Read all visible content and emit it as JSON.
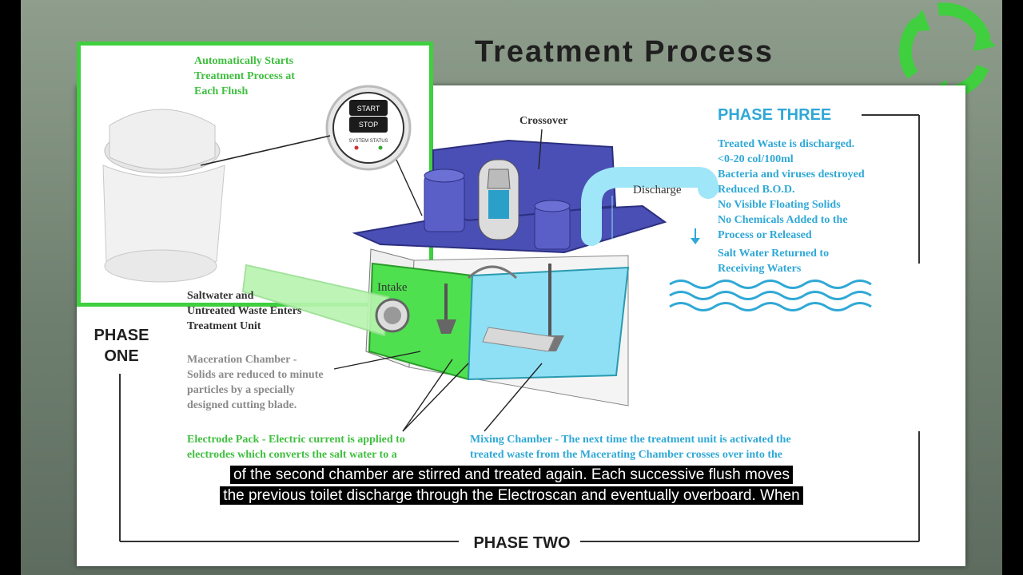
{
  "slide": {
    "title": "Treatment Process",
    "phase_one": [
      "PHASE",
      "ONE"
    ],
    "phase_two": "PHASE TWO",
    "phase_three": "PHASE THREE",
    "auto_start": [
      "Automatically Starts",
      "Treatment Process at",
      "Each Flush"
    ],
    "panel": {
      "button_top": "START",
      "button_bottom": "STOP",
      "status": "SYSTEM STATUS"
    },
    "crossover": "Crossover",
    "discharge": "Discharge",
    "intake": "Intake",
    "phase_three_lines": [
      "Treated Waste is discharged.",
      "<0-20 col/100ml",
      "Bacteria and viruses destroyed",
      "Reduced B.O.D.",
      "No Visible Floating Solids",
      "No Chemicals Added to the",
      "Process or Released"
    ],
    "salt_water_lines": [
      "Salt Water Returned to",
      "Receiving Waters"
    ],
    "saltwater_enters": [
      "Saltwater and",
      "Untreated Waste Enters",
      "Treatment Unit"
    ],
    "maceration": [
      "Maceration Chamber -",
      "Solids are reduced to minute",
      "particles by a specially",
      "designed cutting blade."
    ],
    "electrode": [
      "Electrode Pack - Electric current is applied to",
      "electrodes which converts the salt water to a"
    ],
    "mixing": [
      "Mixing Chamber -  The next time the treatment unit is activated the",
      "treated waste from the Macerating Chamber crosses over into  the"
    ]
  },
  "subtitles": [
    "of the second chamber are stirred and treated again. Each successive flush moves",
    "the previous toilet discharge through the Electroscan and eventually overboard. When"
  ],
  "colors": {
    "green": "#3fcf3f",
    "blue": "#2fa8d6",
    "unit_purple": "#4a4fb5",
    "water": "#8fe0f5"
  },
  "icons": [
    "recycle-arrows-icon",
    "down-arrow-icon",
    "waves-icon"
  ]
}
